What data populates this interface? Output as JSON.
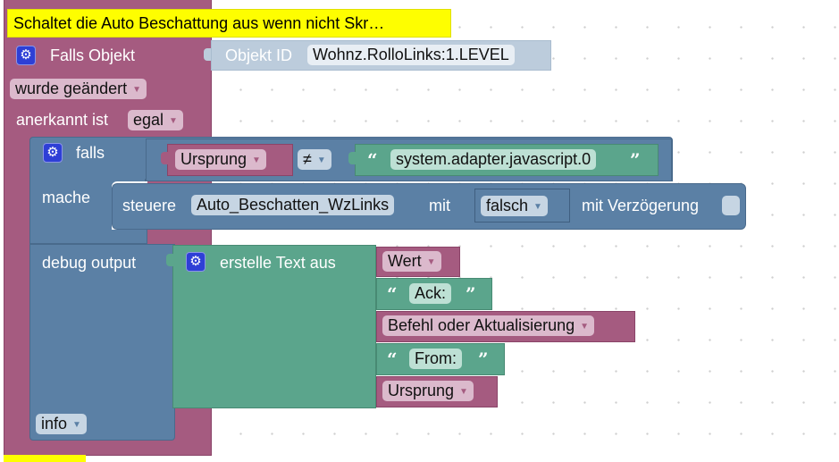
{
  "comment": {
    "text": "Schaltet die Auto Beschattung aus wenn nicht Skr…"
  },
  "trigger_block": {
    "label": "Falls Objekt",
    "icon": "gear-icon",
    "object_id_label": "Objekt ID",
    "object_id_value": "Wohnz.RolloLinks:1.LEVEL",
    "change_mode": "wurde geändert",
    "ack_label": "anerkannt ist",
    "ack_value": "egal"
  },
  "if_block": {
    "if_label": "falls",
    "icon": "gear-icon",
    "left_operand": "Ursprung",
    "operator": "≠",
    "right_operand": "system.adapter.javascript.0",
    "do_label": "mache"
  },
  "control_block": {
    "label": "steuere",
    "target": "Auto_Beschatten_WzLinks",
    "with_label": "mit",
    "value": "falsch",
    "delay_label": "mit Verzögerung"
  },
  "debug_block": {
    "label": "debug output",
    "level": "info"
  },
  "text_join_block": {
    "label": "erstelle Text aus",
    "icon": "gear-icon",
    "items": [
      {
        "type": "dropdown",
        "value": "Wert"
      },
      {
        "type": "text",
        "value": "Ack:"
      },
      {
        "type": "dropdown",
        "value": "Befehl oder Aktualisierung"
      },
      {
        "type": "text",
        "value": "From:"
      },
      {
        "type": "dropdown",
        "value": "Ursprung"
      }
    ]
  },
  "glyphs": {
    "open_quote": "“",
    "close_quote": "”",
    "dropdown_arrow": "▼",
    "gear": "⚙"
  }
}
